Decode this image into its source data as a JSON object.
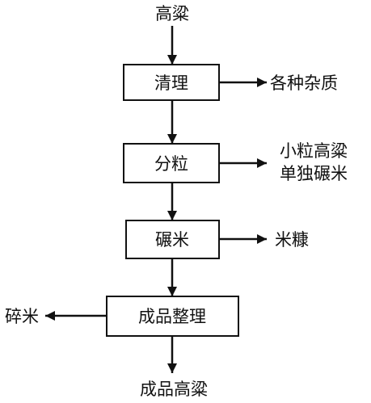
{
  "input": "高粱",
  "steps": [
    {
      "label": "清理",
      "byproduct": [
        "各种杂质"
      ]
    },
    {
      "label": "分粒",
      "byproduct": [
        "小粒高粱",
        "单独碾米"
      ]
    },
    {
      "label": "碾米",
      "byproduct": [
        "米糠"
      ]
    },
    {
      "label": "成品整理",
      "byproduct": [
        "碎米"
      ]
    }
  ],
  "output": "成品高粱",
  "colors": {
    "ink": "#111111",
    "background": "#ffffff"
  }
}
